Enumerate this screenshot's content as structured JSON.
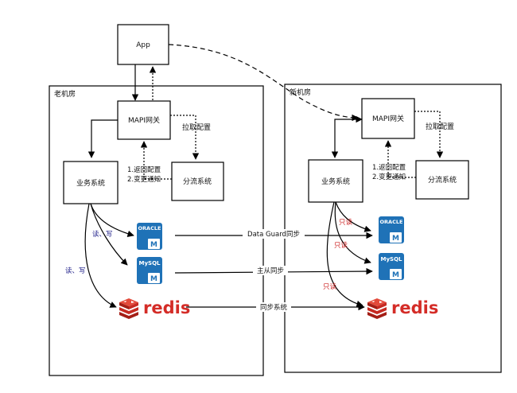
{
  "app": "App",
  "old_room": {
    "title": "老机房",
    "gateway": "MAPI网关",
    "pull_config": "拉取配置",
    "return_config": "1.返回配置",
    "change_notify": "2.变更通知",
    "business": "业务系统",
    "dispatch": "分流系统",
    "rw_db": "读、写",
    "rw_redis": "读、写"
  },
  "new_room": {
    "title": "新机房",
    "gateway": "MAPI网关",
    "pull_config": "拉取配置",
    "return_config": "1.返回配置",
    "change_notify": "2.变更通知",
    "business": "业务系统",
    "dispatch": "分流系统",
    "readonly_1": "只读",
    "readonly_2": "只读",
    "readonly_3": "只读"
  },
  "sync": {
    "oracle": "Data Guard同步",
    "mysql": "主从同步",
    "redis": "同步系统"
  },
  "logos": {
    "oracle": "ORACLE",
    "mysql": "MySQL",
    "db_badge": "M",
    "redis": "redis"
  },
  "colors": {
    "db_blue": "#1f72b7",
    "redis_red": "#d42c27",
    "readonly_red": "#cc2222",
    "rw_blue": "#22228b"
  }
}
